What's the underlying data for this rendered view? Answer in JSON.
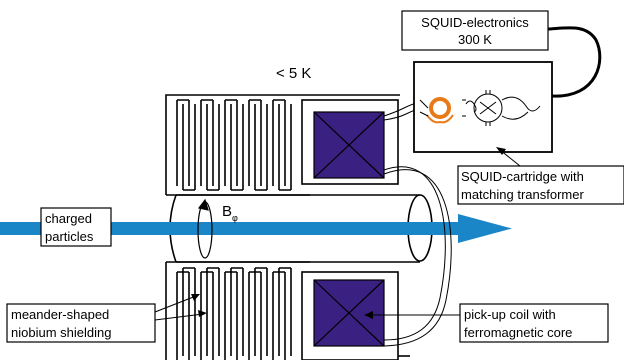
{
  "diagram": {
    "electronics_label": [
      "SQUID-electronics",
      "300 K"
    ],
    "temperature_label": "< 5 K",
    "cartridge_label": [
      "SQUID-cartridge with",
      "matching transformer"
    ],
    "beam_label": [
      "charged",
      "particles"
    ],
    "field_label": "B",
    "field_subscript": "φ",
    "shielding_label": [
      "meander-shaped",
      "niobium shielding"
    ],
    "coil_label": [
      "pick-up coil with",
      "ferromagnetic core"
    ],
    "colors": {
      "beam": "#1a86c8",
      "coil": "#3a2080",
      "squid_ring": "#e87a18",
      "outline": "#000000"
    }
  }
}
